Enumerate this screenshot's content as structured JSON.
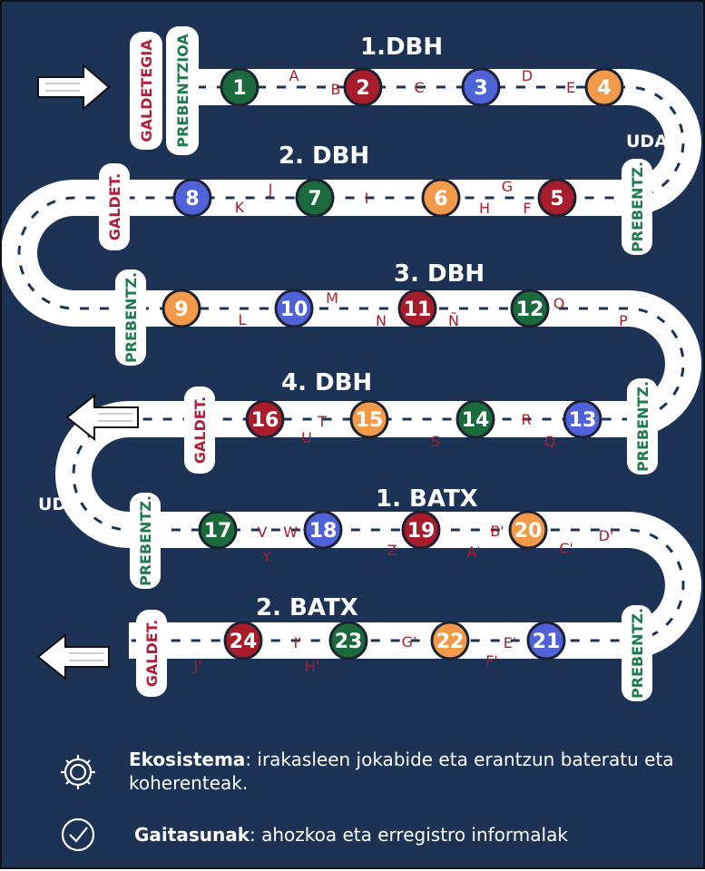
{
  "colors": {
    "background": "#1c3356",
    "road": "#ffffff",
    "road_dash": "#1c3356",
    "red": "#a81d2c",
    "green": "#1b6a3c",
    "blue": "#4f62d8",
    "orange": "#f39a4a",
    "tag_red_text": "#b0203a",
    "tag_green_text": "#1f7a4e",
    "tag_bg": "#ffffff"
  },
  "levels": [
    {
      "title": "1.DBH"
    },
    {
      "title": "2. DBH"
    },
    {
      "title": "3. DBH"
    },
    {
      "title": "4. DBH"
    },
    {
      "title": "1. BATX"
    },
    {
      "title": "2. BATX"
    }
  ],
  "tags": {
    "galdetegia": "GALDETEGIA",
    "prebentzioa": "PREBENTZIOA",
    "galdet": "GALDET.",
    "prebentz": "PREBENTZ."
  },
  "uda": [
    "UDA",
    "UDA"
  ],
  "nodes": [
    {
      "label": "1",
      "color": "green"
    },
    {
      "label": "2",
      "color": "red"
    },
    {
      "label": "3",
      "color": "blue"
    },
    {
      "label": "4",
      "color": "orange"
    },
    {
      "label": "5",
      "color": "red"
    },
    {
      "label": "6",
      "color": "orange"
    },
    {
      "label": "7",
      "color": "green"
    },
    {
      "label": "8",
      "color": "blue"
    },
    {
      "label": "9",
      "color": "orange"
    },
    {
      "label": "10",
      "color": "blue"
    },
    {
      "label": "11",
      "color": "red"
    },
    {
      "label": "12",
      "color": "green"
    },
    {
      "label": "13",
      "color": "blue"
    },
    {
      "label": "14",
      "color": "green"
    },
    {
      "label": "15",
      "color": "orange"
    },
    {
      "label": "16",
      "color": "red"
    },
    {
      "label": "17",
      "color": "green"
    },
    {
      "label": "18",
      "color": "blue"
    },
    {
      "label": "19",
      "color": "red"
    },
    {
      "label": "20",
      "color": "orange"
    },
    {
      "label": "21",
      "color": "blue"
    },
    {
      "label": "22",
      "color": "orange"
    },
    {
      "label": "23",
      "color": "green"
    },
    {
      "label": "24",
      "color": "red"
    }
  ],
  "letters": [
    "A",
    "B",
    "C",
    "D",
    "E",
    "G",
    "H",
    "F",
    "K",
    "J",
    "I",
    "L",
    "M",
    "N",
    "Ñ",
    "O",
    "P",
    "R",
    "Q",
    "S",
    "T",
    "U",
    "V",
    "W",
    "Y",
    "Z",
    "A'",
    "B'",
    "C'",
    "D'",
    "E'",
    "F'",
    "G'",
    "H'",
    "I'",
    "J'"
  ],
  "legend": [
    {
      "icon": "gear-icon",
      "bold": "Ekosistema",
      "text": ": irakasleen jokabide eta erantzun bateratu eta koherenteak."
    },
    {
      "icon": "check-circle-icon",
      "bold": "Gaitasunak",
      "text": ": ahozkoa eta erregistro informalak"
    }
  ]
}
